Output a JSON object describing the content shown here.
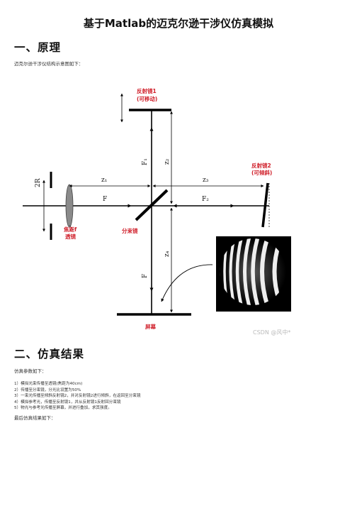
{
  "doc": {
    "title": "基于Matlab的迈克尔逊干涉仪仿真模拟"
  },
  "section1": {
    "title": "一、原理",
    "intro": "迈克尔逊干涉仪结构示意图如下："
  },
  "diagram": {
    "mirror1_line1": "反射镜1",
    "mirror1_line2": "(可移动)",
    "mirror2_line1": "反射镜2",
    "mirror2_line2": "(可倾斜)",
    "lens_line1": "焦距f",
    "lens_line2": "透镜",
    "splitter": "分束镜",
    "screen": "屏幕",
    "label_2R": "2R",
    "label_z1": "z₁",
    "label_z2": "z₂",
    "label_z3": "z₃",
    "label_z4": "z₄",
    "label_F": "F",
    "label_F1": "F₁",
    "label_F2": "F₂",
    "label_F4": "F",
    "watermark": "CSDN @风中*"
  },
  "section2": {
    "title": "二、仿真结果",
    "intro": "仿真参数如下：",
    "params": [
      "1）模拟光束传播至透镜(焦距为40cm)",
      "2）传播至分束镜，分光比设置为50%",
      "3）一束光传播至倾斜反射镜2，并对反射镜2进行倾斜，在返回至分束镜",
      "4）模拟参考光，传播至反射镜1，并从反射镜1反射回分束镜",
      "5）物光与参考光传播至屏幕，并进行叠加，求其强度。"
    ],
    "final": "最后仿真结果如下："
  }
}
